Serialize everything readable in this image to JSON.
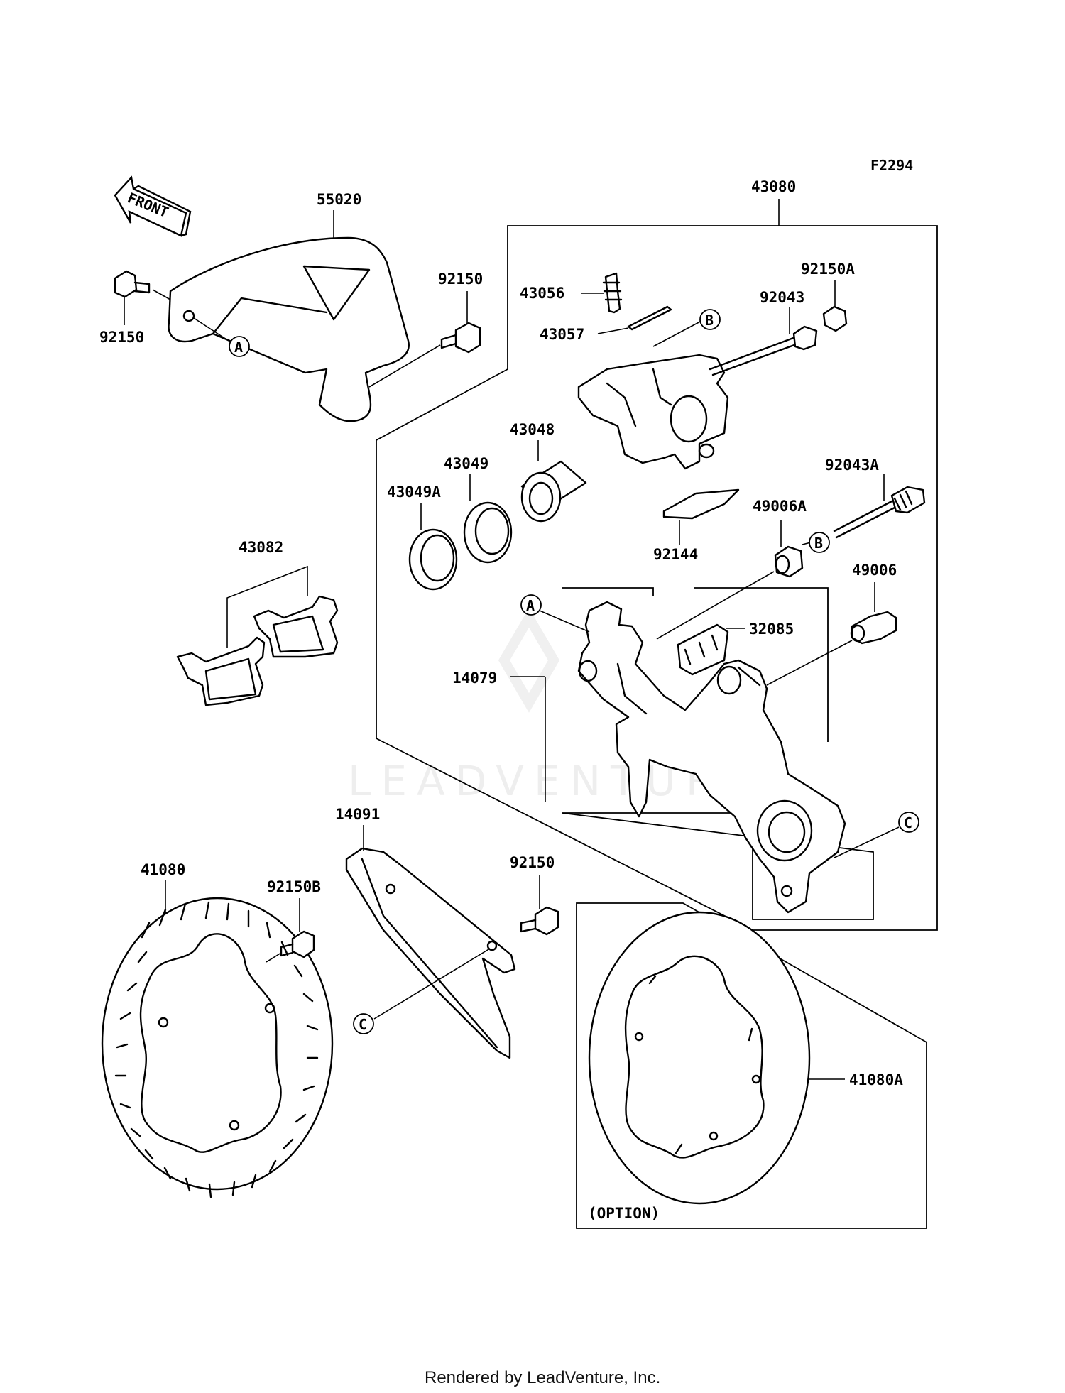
{
  "diagram": {
    "figure_code": "F2294",
    "front_label": "FRONT",
    "option_label": "(OPTION)",
    "footer": "Rendered by LeadVenture, Inc.",
    "watermark": "LEADVENTURE",
    "parts": {
      "p55020": "55020",
      "p92150_left": "92150",
      "p92150_top": "92150",
      "p43080": "43080",
      "p43056": "43056",
      "p43057": "43057",
      "p92043": "92043",
      "p92150A": "92150A",
      "p43048": "43048",
      "p43049": "43049",
      "p43049A": "43049A",
      "p92043A": "92043A",
      "p49006A": "49006A",
      "p92144": "92144",
      "p43082": "43082",
      "p49006": "49006",
      "p32085": "32085",
      "p14079": "14079",
      "p14091": "14091",
      "p92150_mid": "92150",
      "p41080": "41080",
      "p92150B": "92150B",
      "p41080A": "41080A"
    },
    "callouts": {
      "a1": "A",
      "a2": "A",
      "b1": "B",
      "b2": "B",
      "c1": "C",
      "c2": "C"
    }
  }
}
